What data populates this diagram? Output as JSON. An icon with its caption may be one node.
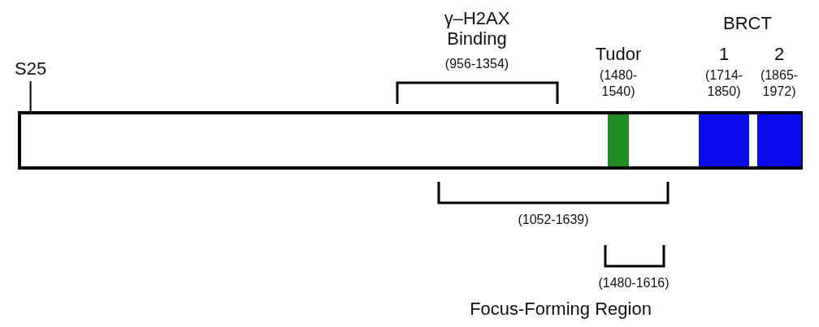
{
  "diagram": {
    "nodes": [
      {
        "text": [],
        "shape": "bar"
      },
      {
        "text": [
          "Tudor",
          "(1480- 1540)"
        ],
        "in": 0
      },
      {
        "text": [
          "1",
          "(1714- 1850)"
        ],
        "in": 0
      },
      {
        "text": [
          "2",
          "(1865- 1972)"
        ],
        "in": 0
      },
      {
        "text": [
          "S25"
        ]
      }
    ],
    "edges": [
      {
        "from": 4,
        "to": 0,
        "arrow": "none"
      }
    ],
    "labels": [
      "γ–H2AX Binding",
      "(956-1354)",
      "BRCT",
      "(1052-1639)",
      "(1480-1616)",
      "Focus-Forming Region"
    ]
  }
}
